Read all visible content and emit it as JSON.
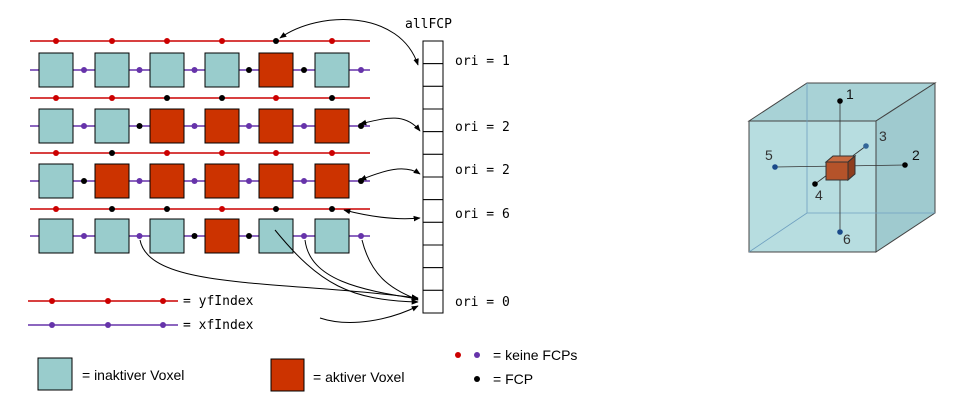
{
  "array": {
    "title": "allFCP",
    "labels": [
      "ori = 1",
      "ori = 2",
      "ori = 2",
      "ori = 6",
      "ori = 0"
    ]
  },
  "legend": {
    "yf_label": "= yfIndex",
    "xf_label": "= xfIndex",
    "inactive_label": "= inaktiver Voxel",
    "active_label": "= aktiver Voxel",
    "no_fcp_label": "=  keine FCPs",
    "fcp_label": "=  FCP"
  },
  "cube": {
    "direction_labels": [
      "1",
      "2",
      "3",
      "4",
      "5",
      "6"
    ]
  },
  "grid": {
    "rows": [
      [
        "inactive",
        "inactive",
        "inactive",
        "inactive",
        "active",
        "inactive"
      ],
      [
        "inactive",
        "inactive",
        "active",
        "active",
        "active",
        "active"
      ],
      [
        "inactive",
        "active",
        "active",
        "active",
        "active",
        "active"
      ],
      [
        "inactive",
        "inactive",
        "inactive",
        "active",
        "inactive",
        "inactive"
      ]
    ]
  },
  "colors": {
    "inactive_voxel": "#99cccc",
    "active_voxel": "#cc3300",
    "yf_line": "#cc0000",
    "xf_line": "#6633aa",
    "fcp_point": "#000000",
    "cube_face": "#b7dde0"
  }
}
